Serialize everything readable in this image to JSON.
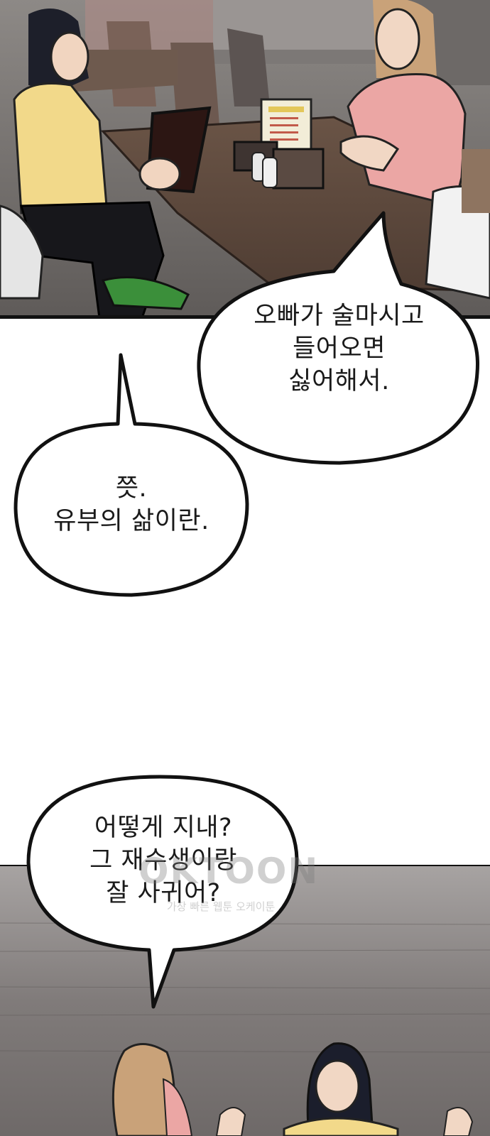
{
  "bubbles": {
    "b1": {
      "lines": [
        "오빠가 술마시고",
        "들어오면",
        "싫어해서."
      ]
    },
    "b2": {
      "lines": [
        "쯧.",
        "유부의 삶이란."
      ]
    },
    "b3": {
      "lines": [
        "어떻게 지내?",
        "그 재수생이랑",
        "잘 사귀어?"
      ]
    }
  },
  "watermark": {
    "logo": "OKTOON",
    "tagline": "가장 빠른 웹툰 오케이툰"
  },
  "colors": {
    "outline": "#111111",
    "bubble_fill": "#ffffff",
    "background": "#ffffff"
  }
}
